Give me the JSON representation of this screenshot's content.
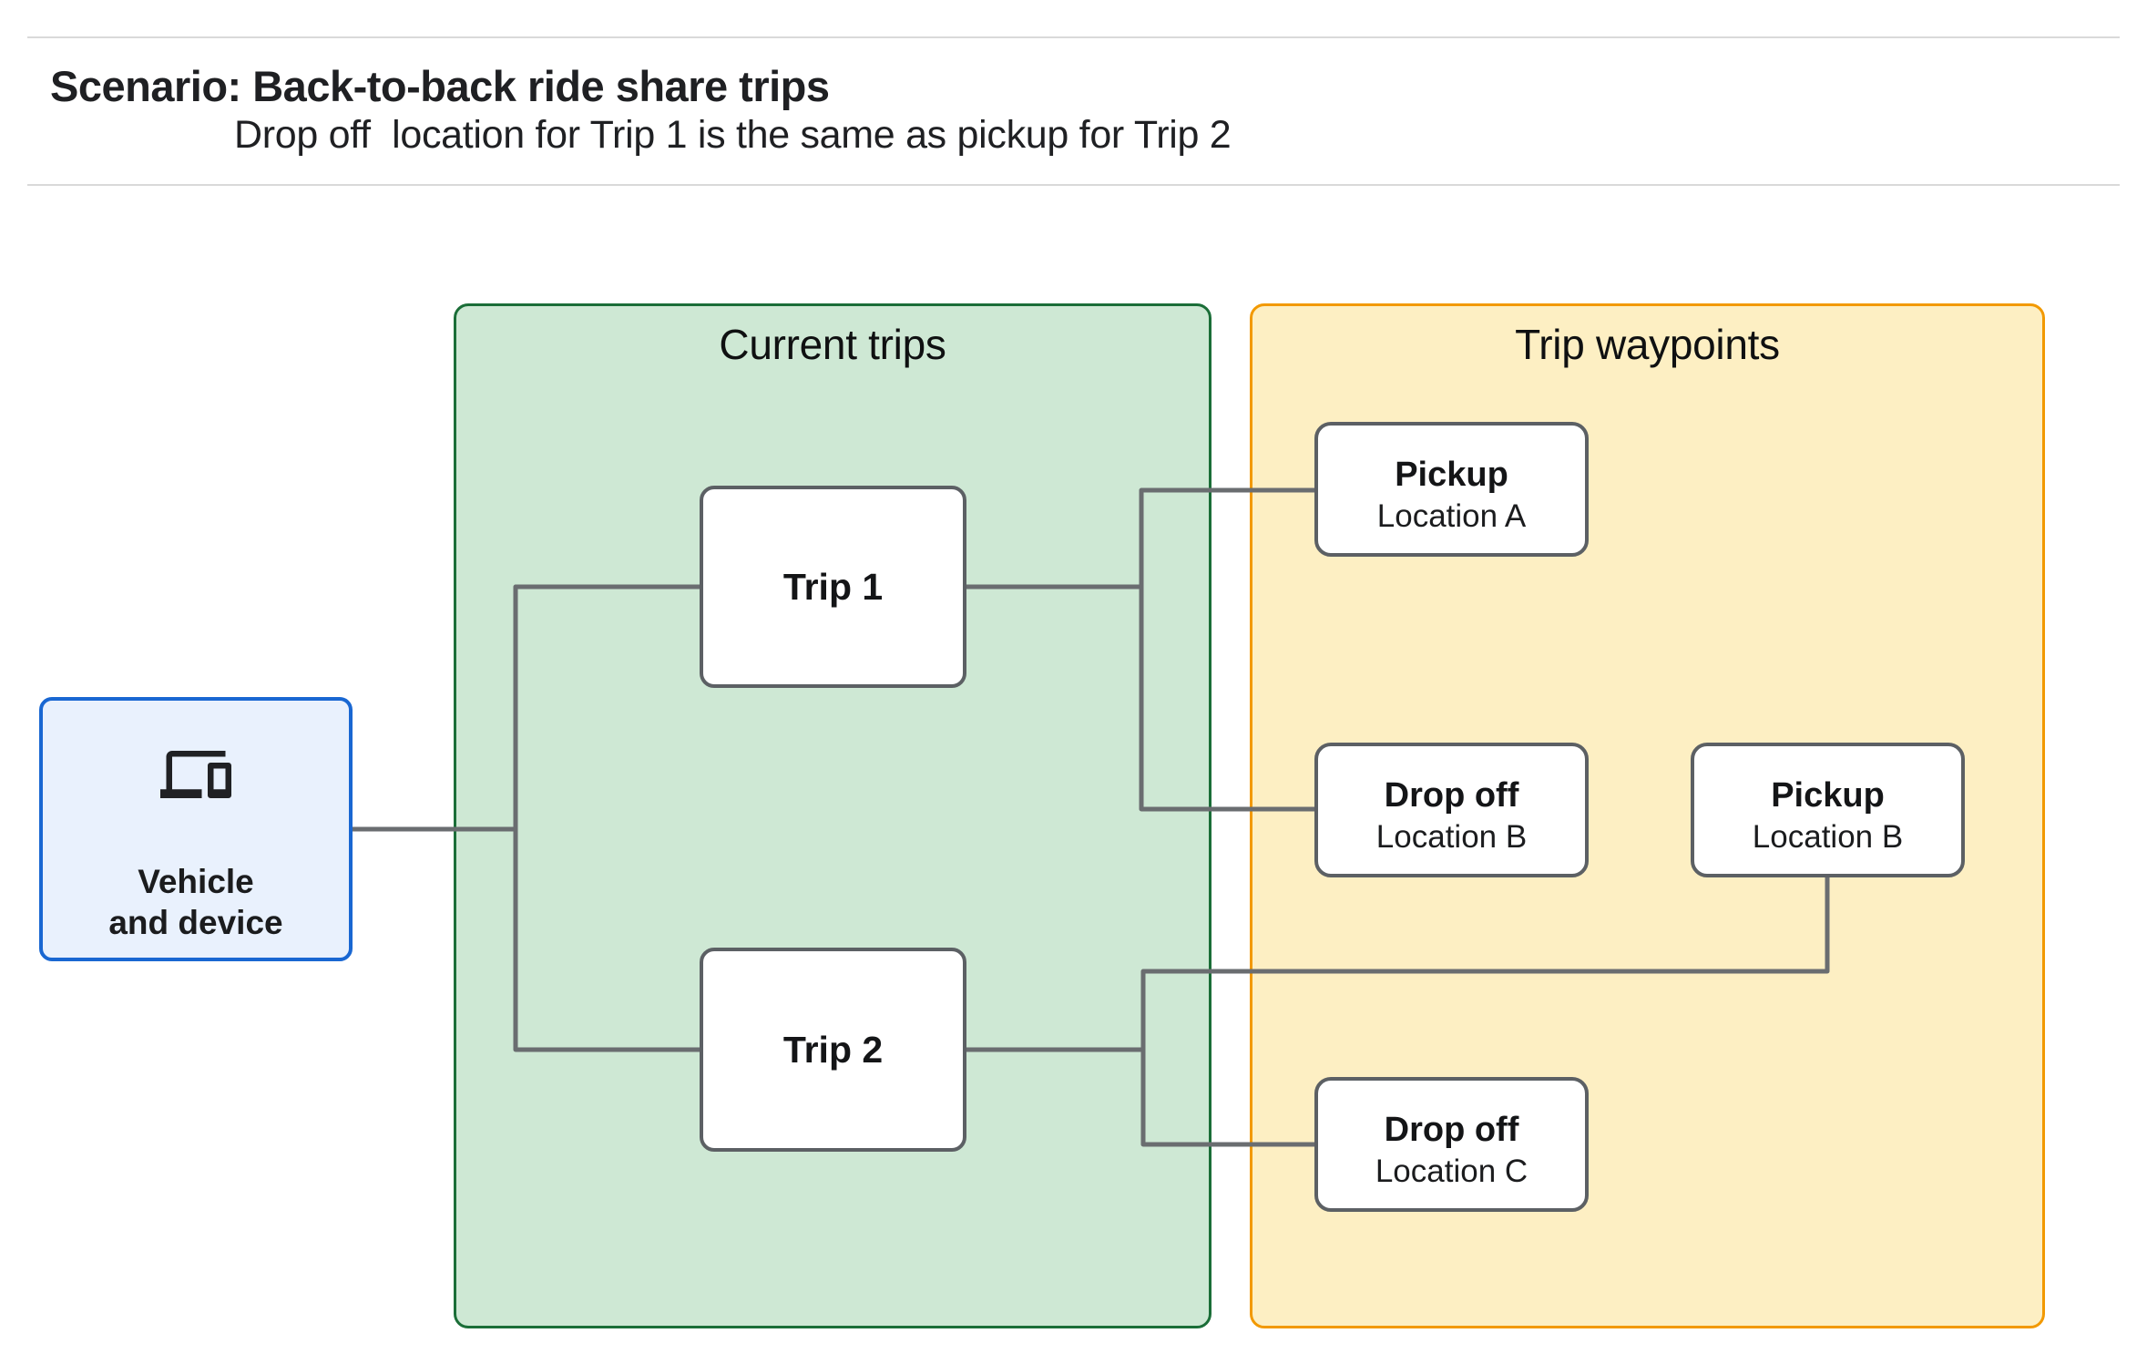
{
  "header": {
    "title": "Scenario: Back-to-back ride share trips",
    "subtitle": "Drop off  location for Trip 1 is the same as pickup for Trip 2"
  },
  "vehicle": {
    "line1": "Vehicle",
    "line2": "and device",
    "icon": "devices-icon"
  },
  "groups": {
    "current_trips": {
      "title": "Current trips"
    },
    "trip_waypoints": {
      "title": "Trip waypoints"
    }
  },
  "trips": [
    {
      "label": "Trip 1"
    },
    {
      "label": "Trip 2"
    }
  ],
  "waypoints": [
    {
      "type": "Pickup",
      "location": "Location A"
    },
    {
      "type": "Drop off",
      "location": "Location B"
    },
    {
      "type": "Pickup",
      "location": "Location B"
    },
    {
      "type": "Drop off",
      "location": "Location C"
    }
  ],
  "colors": {
    "vehicle_fill": "#E9F1FD",
    "vehicle_border": "#1967D2",
    "current_trips_fill": "#CEE8D4",
    "current_trips_border": "#1B6E38",
    "trip_waypoints_fill": "#FDEFC3",
    "trip_waypoints_border": "#F29900",
    "node_border": "#5C6064",
    "connector": "#6A6D70",
    "divider": "#D9D9D9",
    "text": "#1F2023"
  }
}
